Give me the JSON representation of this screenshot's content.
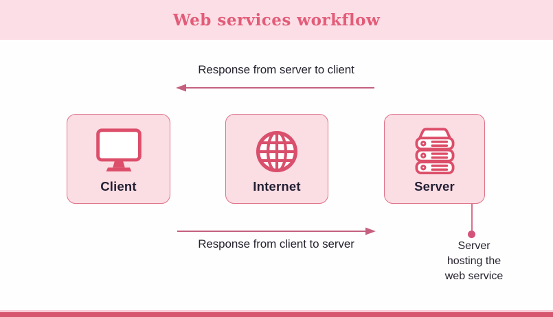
{
  "header": {
    "title": "Web services workflow"
  },
  "flows": {
    "top": {
      "label": "Response from server to client",
      "direction": "left"
    },
    "bottom": {
      "label": "Response from client to server",
      "direction": "right"
    }
  },
  "nodes": [
    {
      "id": "client",
      "label": "Client",
      "icon": "monitor-icon"
    },
    {
      "id": "internet",
      "label": "Internet",
      "icon": "globe-icon"
    },
    {
      "id": "server",
      "label": "Server",
      "icon": "server-stack-icon"
    }
  ],
  "callout": {
    "text": "Server hosting the web service",
    "lines": [
      "Server",
      "hosting the",
      "web service"
    ]
  },
  "colors": {
    "header_bg": "#fcdee6",
    "title_text": "#e25c78",
    "node_bg": "#fbdde4",
    "node_border": "#dd7389",
    "icon_stroke": "#dc4e69",
    "arrow": "#c4607e",
    "dark_text": "#26232f",
    "label_text": "#221f33",
    "bottom_bar": "#d6566f",
    "bottom_strip": "#f7ccd7"
  }
}
